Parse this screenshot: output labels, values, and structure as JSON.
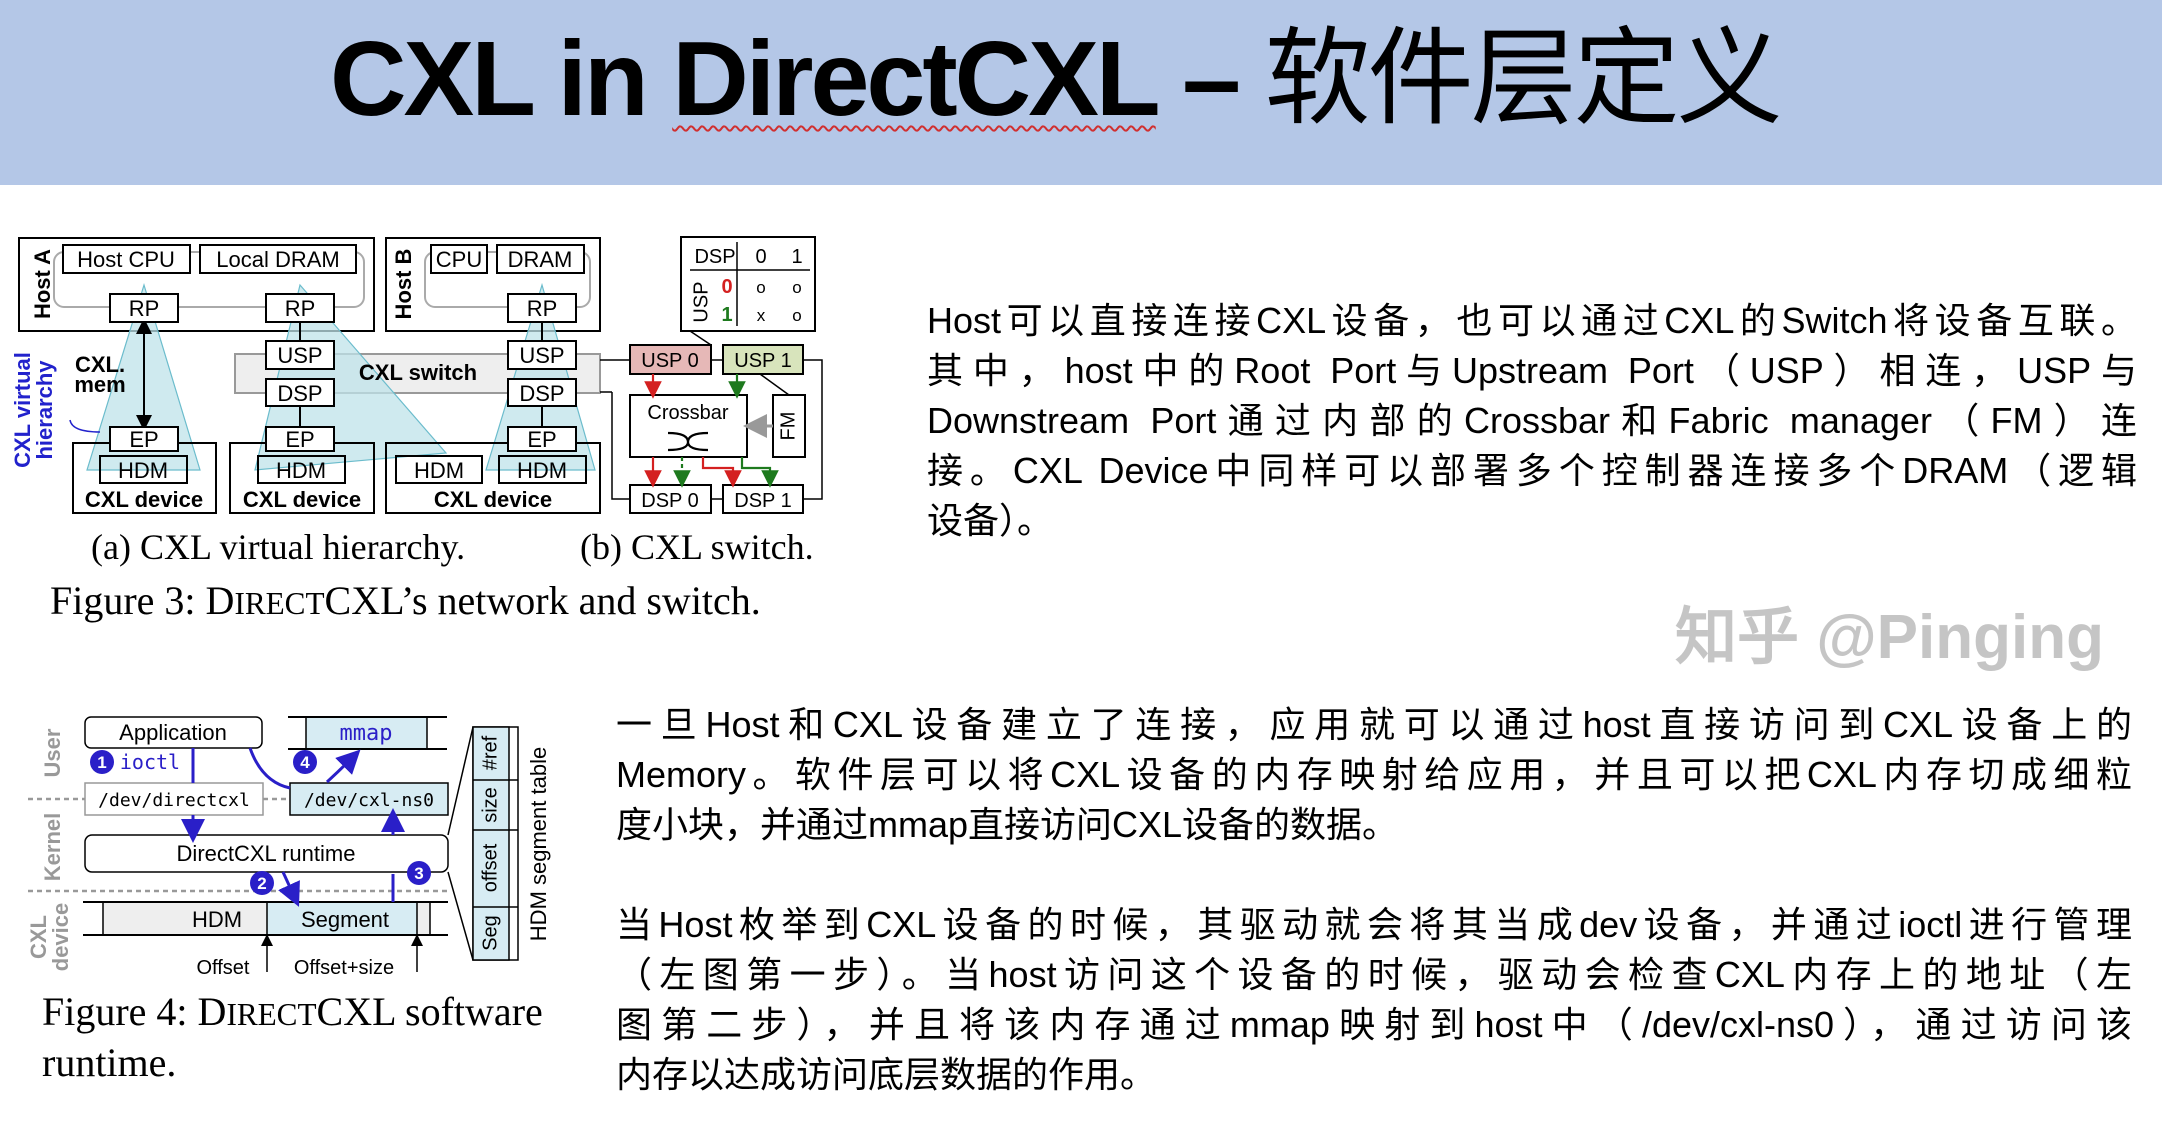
{
  "slide": {
    "title_part1": "CXL in ",
    "title_part2": "DirectCXL",
    "title_part3": " – ",
    "title_part4": "软件层定义",
    "header_color": "#b4c7e7"
  },
  "figure3": {
    "host_a": "Host A",
    "host_cpu": "Host CPU",
    "local_dram": "Local DRAM",
    "host_b": "Host B",
    "cpu": "CPU",
    "dram": "DRAM",
    "rp": "RP",
    "usp": "USP",
    "dsp": "DSP",
    "ep": "EP",
    "hdm": "HDM",
    "cxl_device": "CXL device",
    "cxl_switch": "CXL switch",
    "cxl_mem_1": "CXL.",
    "cxl_mem_2": "mem",
    "virtual_1": "CXL virtual",
    "virtual_2": "hierarchy",
    "table_dsp": "DSP",
    "table_usp": "USP",
    "col0": "0",
    "col1": "1",
    "row0": "0",
    "row1": "1",
    "cell00": "o",
    "cell01": "o",
    "cell10": "x",
    "cell11": "o",
    "usp0": "USP 0",
    "usp1": "USP 1",
    "crossbar": "Crossbar",
    "fm": "FM",
    "dsp0": "DSP 0",
    "dsp1": "DSP 1",
    "caption_a": "(a) CXL virtual hierarchy.",
    "caption_b": "(b) CXL switch.",
    "caption_prefix": "Figure 3: D",
    "caption_sc": "IRECT",
    "caption_suffix": "CXL’s network and switch.",
    "colors": {
      "usp0_fill": "#e6b8b7",
      "usp1_fill": "#d8e4bc",
      "hierarchy": "#bfe3ea",
      "red_arrow": "#d42020",
      "green_arrow": "#1e7a1e",
      "virtual_label": "#2222cc"
    }
  },
  "figure4": {
    "user": "User",
    "kernel": "Kernel",
    "cxl": "CXL",
    "device": "device",
    "application": "Application",
    "ioctl": "ioctl",
    "mmap": "mmap",
    "dev_directcxl": "/dev/directcxl",
    "dev_cxl_ns0": "/dev/cxl-ns0",
    "runtime": "DirectCXL runtime",
    "hdm": "HDM",
    "segment": "Segment",
    "offset": "Offset",
    "offset_size": "Offset+size",
    "steps": [
      "1",
      "2",
      "3",
      "4"
    ],
    "table_cells": [
      "#ref",
      "size",
      "offset",
      "Seg"
    ],
    "table_title": "HDM segment table",
    "caption_prefix": "Figure 4: D",
    "caption_sc": "IRECT",
    "caption_suffix": "CXL software",
    "caption_line2": "runtime.",
    "colors": {
      "accent": "#2a1fc8",
      "segment_fill": "#d7ecf3"
    }
  },
  "paragraph1": [
    "Host可以直接连接CXL设备，也可以通过CXL的Switch将设备互联。",
    "其中，host中的Root  Port与Upstream  Port（USP）相连，USP与",
    "Downstream  Port通过内部的Crossbar和Fabric  manager（FM）连",
    "接。CXL  Device中同样可以部署多个控制器连接多个DRAM（逻辑",
    "设备）。"
  ],
  "paragraph2": [
    "一旦Host和CXL设备建立了连接，应用就可以通过host直接访问到CXL设备上的",
    "Memory。软件层可以将CXL设备的内存映射给应用，并且可以把CXL内存切成细粒",
    "度小块，并通过mmap直接访问CXL设备的数据。"
  ],
  "paragraph3": [
    "当Host枚举到CXL设备的时候，其驱动就会将其当成dev设备，并通过ioctl进行管理",
    "（左图第一步）。当host访问这个设备的时候，驱动会检查CXL内存上的地址（左",
    "图第二步），并且将该内存通过mmap映射到host中（/dev/cxl-ns0），通过访问该",
    "内存以达成访问底层数据的作用。"
  ],
  "watermark": "知乎 @Pinging"
}
